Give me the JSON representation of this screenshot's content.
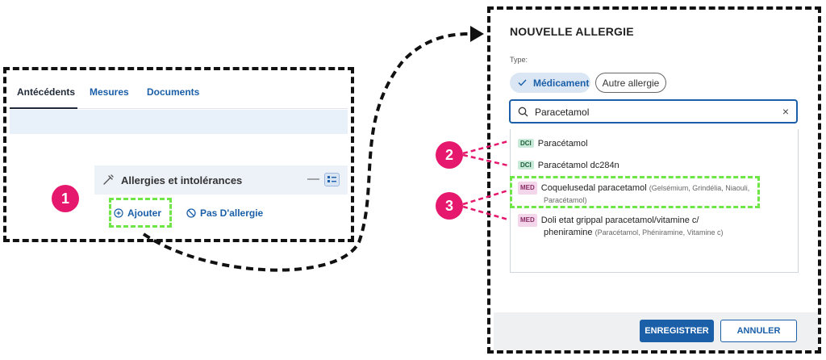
{
  "left_panel": {
    "tabs": [
      {
        "label": "Antécédents"
      },
      {
        "label": "Mesures"
      },
      {
        "label": "Documents"
      }
    ],
    "allergy_card": {
      "title": "Allergies et intolérances",
      "minus_symbol": "—",
      "add_label": "Ajouter",
      "no_allergy_label": "Pas D'allergie"
    }
  },
  "badges": [
    "1",
    "2",
    "3"
  ],
  "dialog": {
    "title": "NOUVELLE ALLERGIE",
    "type_label": "Type:",
    "chip_selected": "Médicament",
    "chip_other": "Autre allergie",
    "search_value": "Paracetamol",
    "clear_symbol": "×",
    "results": [
      {
        "tag": "DCI",
        "name": "Paracétamol",
        "detail": ""
      },
      {
        "tag": "DCI",
        "name": "Paracétamol dc284n",
        "detail": ""
      },
      {
        "tag": "MED",
        "name": "Coquelusedal paracetamol",
        "detail": "(Gelsémium, Grindélia, Niaouli,",
        "detail2": "Paracétamol)"
      },
      {
        "tag": "MED",
        "name": "Doli etat grippal paracetamol/vitamine c/",
        "name2": "pheniramine",
        "detail": "(Paracétamol, Phéniramine, Vitamine c)"
      }
    ],
    "save_label": "ENREGISTRER",
    "cancel_label": "ANNULER"
  },
  "colors": {
    "accent": "#1a5fa8",
    "badge": "#e6186d",
    "highlight": "#6ee646",
    "dci_tag": "#c9ead8",
    "med_tag": "#f4d6ea"
  }
}
